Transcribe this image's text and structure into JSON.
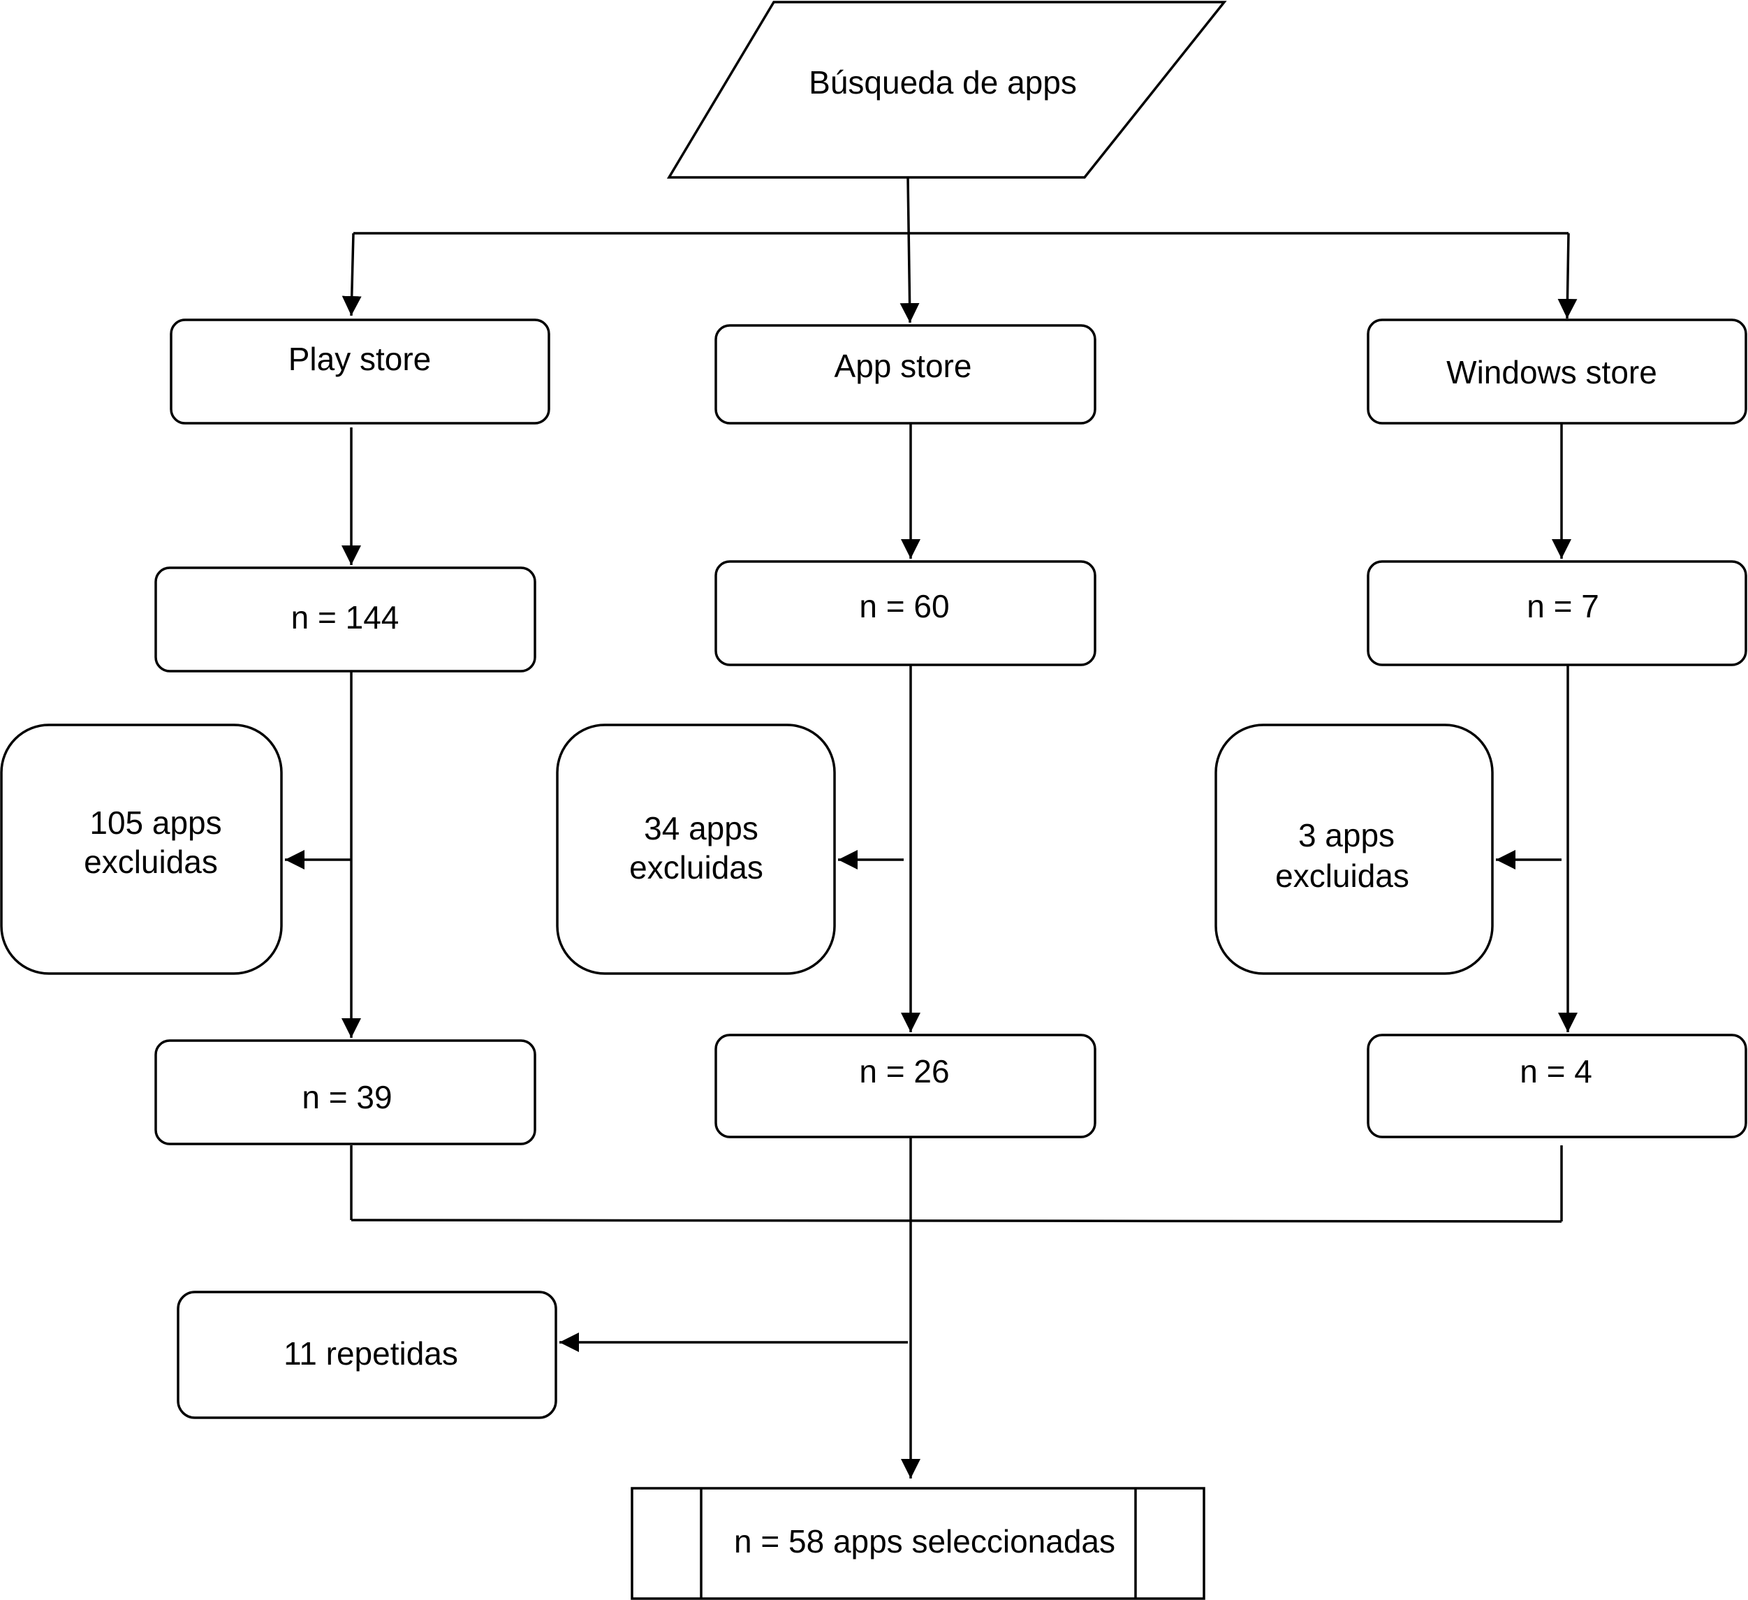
{
  "flowchart": {
    "search": "Búsqueda de apps",
    "stores": {
      "play": {
        "name": "Play store",
        "found": "n = 144",
        "excluded_line1": "105 apps",
        "excluded_line2": "excluidas",
        "included": "n = 39"
      },
      "app": {
        "name": "App store",
        "found": "n = 60",
        "excluded_line1": "34 apps",
        "excluded_line2": "excluidas",
        "included": "n = 26"
      },
      "windows": {
        "name": "Windows store",
        "found": "n = 7",
        "excluded_line1": "3 apps",
        "excluded_line2": "excluidas",
        "included": "n = 4"
      }
    },
    "duplicates": "11 repetidas",
    "result": "n = 58 apps seleccionadas"
  }
}
